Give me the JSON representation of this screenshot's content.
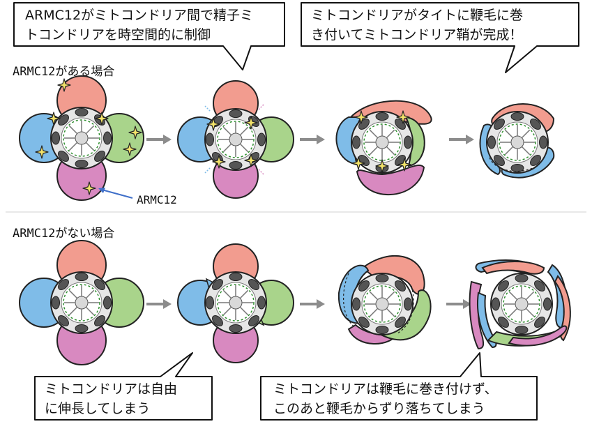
{
  "diagram": {
    "bubble_top_left": [
      "ARMC12がミトコンドリア間で精子ミ",
      "トコンドリアを時空間的に制御"
    ],
    "bubble_top_right": [
      "ミトコンドリアがタイトに鞭毛に巻",
      "き付いてミトコンドリア鞘が完成！"
    ],
    "section_with": "ARMC12がある場合",
    "section_without": "ARMC12がない場合",
    "armc12_label": "ARMC12",
    "bubble_bottom_left": [
      "ミトコンドリアは自由",
      "に伸長してしまう"
    ],
    "bubble_bottom_right": [
      "ミトコンドリアは鞭毛に巻き付けず、",
      "このあと鞭毛からずり落ちてしまう"
    ]
  },
  "colors": {
    "red": "#f29c8f",
    "green": "#a9d48b",
    "blue": "#7fbce8",
    "pink": "#d889c0",
    "core": "#e6e6e6",
    "granule": "#555555",
    "star": "#f3e36a",
    "arrow": "#8c8c8c",
    "pointer": "#3f6fc9"
  }
}
